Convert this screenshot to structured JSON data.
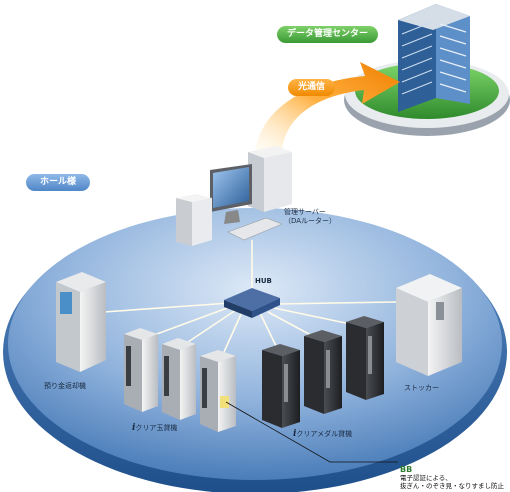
{
  "labels": {
    "data_center": "データ管理センター",
    "optical": "光通信",
    "hall": "ホール様",
    "server": "管理サーバー",
    "server_sub": "（DAルーター）",
    "hub": "HUB",
    "stocker": "ストッカー",
    "azukari": "預り金返却機",
    "tama_prefix": "i",
    "tama": "クリア玉貸機",
    "medal_prefix": "i",
    "medal": "クリアメダル貸機",
    "bb_title": "BB",
    "bb_line1": "電子認証による、",
    "bb_line2": "抜ぎん・のぞき見・なりすまし防止"
  },
  "colors": {
    "ground": "#3f74b3",
    "ground_light": "#d8e6f5",
    "green_pill": "#3a9a35",
    "orange_pill": "#f08a00",
    "blue_pill": "#4f86c6",
    "building": "#3b6fa8"
  }
}
